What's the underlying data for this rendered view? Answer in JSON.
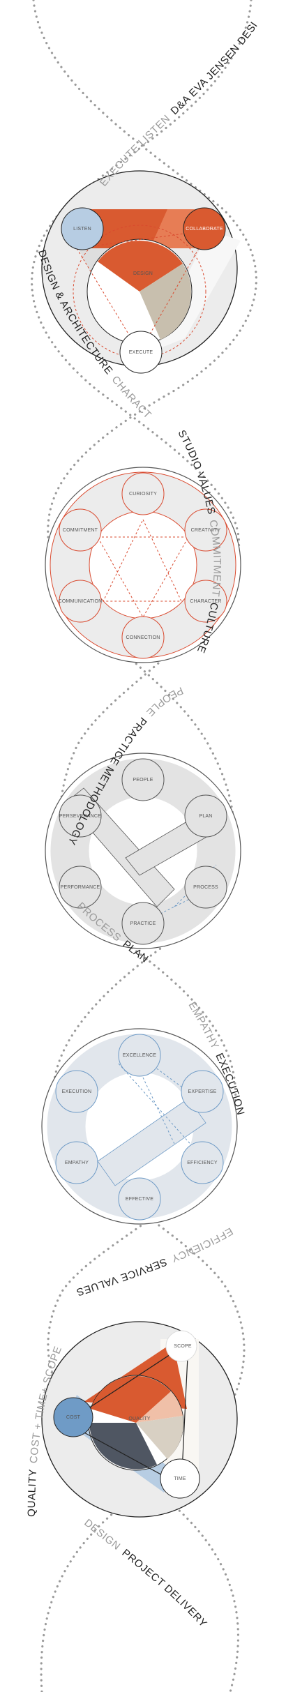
{
  "colors": {
    "orange": "#d95a30",
    "red_line": "#d9492e",
    "blue": "#6f9bc6",
    "blue_light": "#b7cde3",
    "dark_slate": "#4f5662",
    "tan": "#c8bfae",
    "grey_band": "#e6e6e6",
    "grey_fill": "#ececec",
    "outline": "#222222",
    "dots": "#9a9a9a"
  },
  "path_text": {
    "s1_grey": "EXECUTE LISTEN",
    "s1_dark": "D&A EVA JENSEN DESIGN",
    "s2_dark": "DESIGN & ARCHITECTURE",
    "s2_grey": "CHARACTER",
    "s3_dark": "STUDIO VALUES",
    "s3_grey": "COMMITMENT",
    "s3_culture": "CULTURE",
    "s4_grey": "PEOPLE",
    "s4_dark": "PRACTICE METHODOLOGY",
    "s5_grey": "PROCESS",
    "s5_dark": "PLAN",
    "s6_grey": "EMPATHY",
    "s6_dark": "EXECUTION",
    "s7_grey": "EFFICIENCY",
    "s7_dark": "SERVICE VALUES",
    "s8_grey": "COST + TIME+ SCOPE",
    "s8_dark": "QUALITY",
    "s9_grey": "DESIGN",
    "s9_dark": "PROJECT DELIVERY"
  },
  "diagram1": {
    "listen": "LISTEN",
    "collaborate": "COLLABORATE",
    "design": "DESIGN",
    "execute": "EXECUTE"
  },
  "diagram2": {
    "curiosity": "CURIOSITY",
    "creativity": "CREATIVITY",
    "character": "CHARACTER",
    "connection": "CONNECTION",
    "communication": "COMMUNICATION",
    "commitment": "COMMITMENT"
  },
  "diagram3": {
    "people": "PEOPLE",
    "plan": "PLAN",
    "process": "PROCESS",
    "practice": "PRACTICE",
    "performance": "PERFORMANCE",
    "perseverance": "PERSEVERANCE"
  },
  "diagram4": {
    "excellence": "EXCELLENCE",
    "expertise": "EXPERTISE",
    "efficiency": "EFFICIENCY",
    "effective": "EFFECTIVE",
    "empathy": "EMPATHY",
    "execution": "EXECUTION"
  },
  "diagram5": {
    "scope": "SCOPE",
    "cost": "COST",
    "quality": "QUALITY",
    "time": "TIME"
  }
}
